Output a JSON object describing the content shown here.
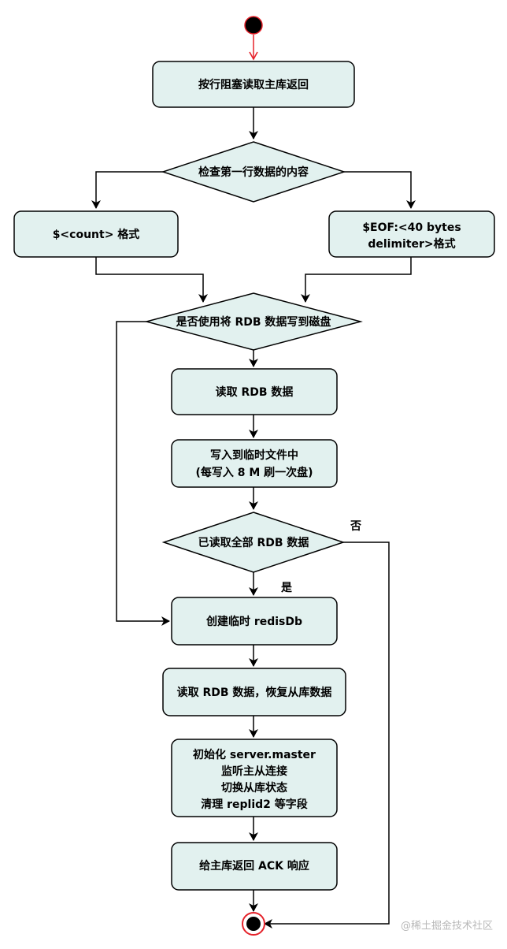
{
  "nodes": {
    "n1": "按行阻塞读取主库返回",
    "d1": "检查第一行数据的内容",
    "n_count": "$<count> 格式",
    "n_eof": [
      "$EOF:<40 bytes",
      "delimiter>格式"
    ],
    "d2": "是否使用将 RDB 数据写到磁盘",
    "n_read": "读取 RDB 数据",
    "n_write": [
      "写入到临时文件中",
      "(每写入 8 M 刷一次盘)"
    ],
    "d3": "已读取全部 RDB 数据",
    "n_create": "创建临时 redisDb",
    "n_restore": "读取 RDB 数据，恢复从库数据",
    "n_init": [
      "初始化 server.master",
      "监听主从连接",
      "切换从库状态",
      "清理 replid2 等字段"
    ],
    "n_ack": "给主库返回 ACK 响应"
  },
  "edge_labels": {
    "no": "否",
    "yes": "是"
  },
  "watermark": "@稀土掘金技术社区",
  "colors": {
    "fill": "#e2f1ef",
    "stroke": "#000000",
    "start_end": "#e5222a"
  }
}
